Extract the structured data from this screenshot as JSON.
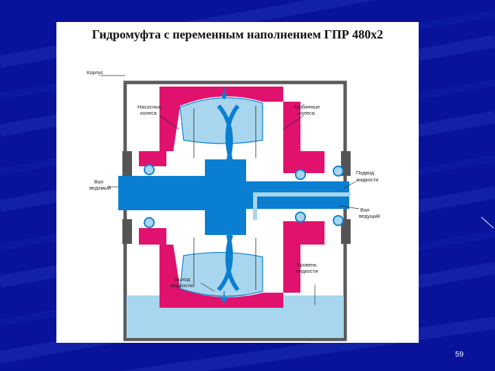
{
  "slide": {
    "title": "Гидромуфта с переменным наполнением ГПР 480х2",
    "page_number": "59"
  },
  "diagram": {
    "labels": {
      "housing": "Корпус",
      "pump_wheels_1": "Насосные",
      "pump_wheels_2": "колеса",
      "turbine_wheels_1": "Турбинные",
      "turbine_wheels_2": "колеса",
      "fluid_supply_1": "Подвод",
      "fluid_supply_2": "жидкости",
      "input_shaft_1": "Вал",
      "input_shaft_2": "ведомый",
      "output_shaft_1": "Вал",
      "output_shaft_2": "ведущий",
      "fluid_outlet_1": "Выход",
      "fluid_outlet_2": "жидкости",
      "fluid_level_1": "Уровень",
      "fluid_level_2": "жидкости"
    },
    "colors": {
      "casing": "#e0126e",
      "fluid": "#a8d6ee",
      "shaft": "#0a7fd2",
      "housing_line": "#4a4a4a",
      "background": "#08129a"
    }
  }
}
